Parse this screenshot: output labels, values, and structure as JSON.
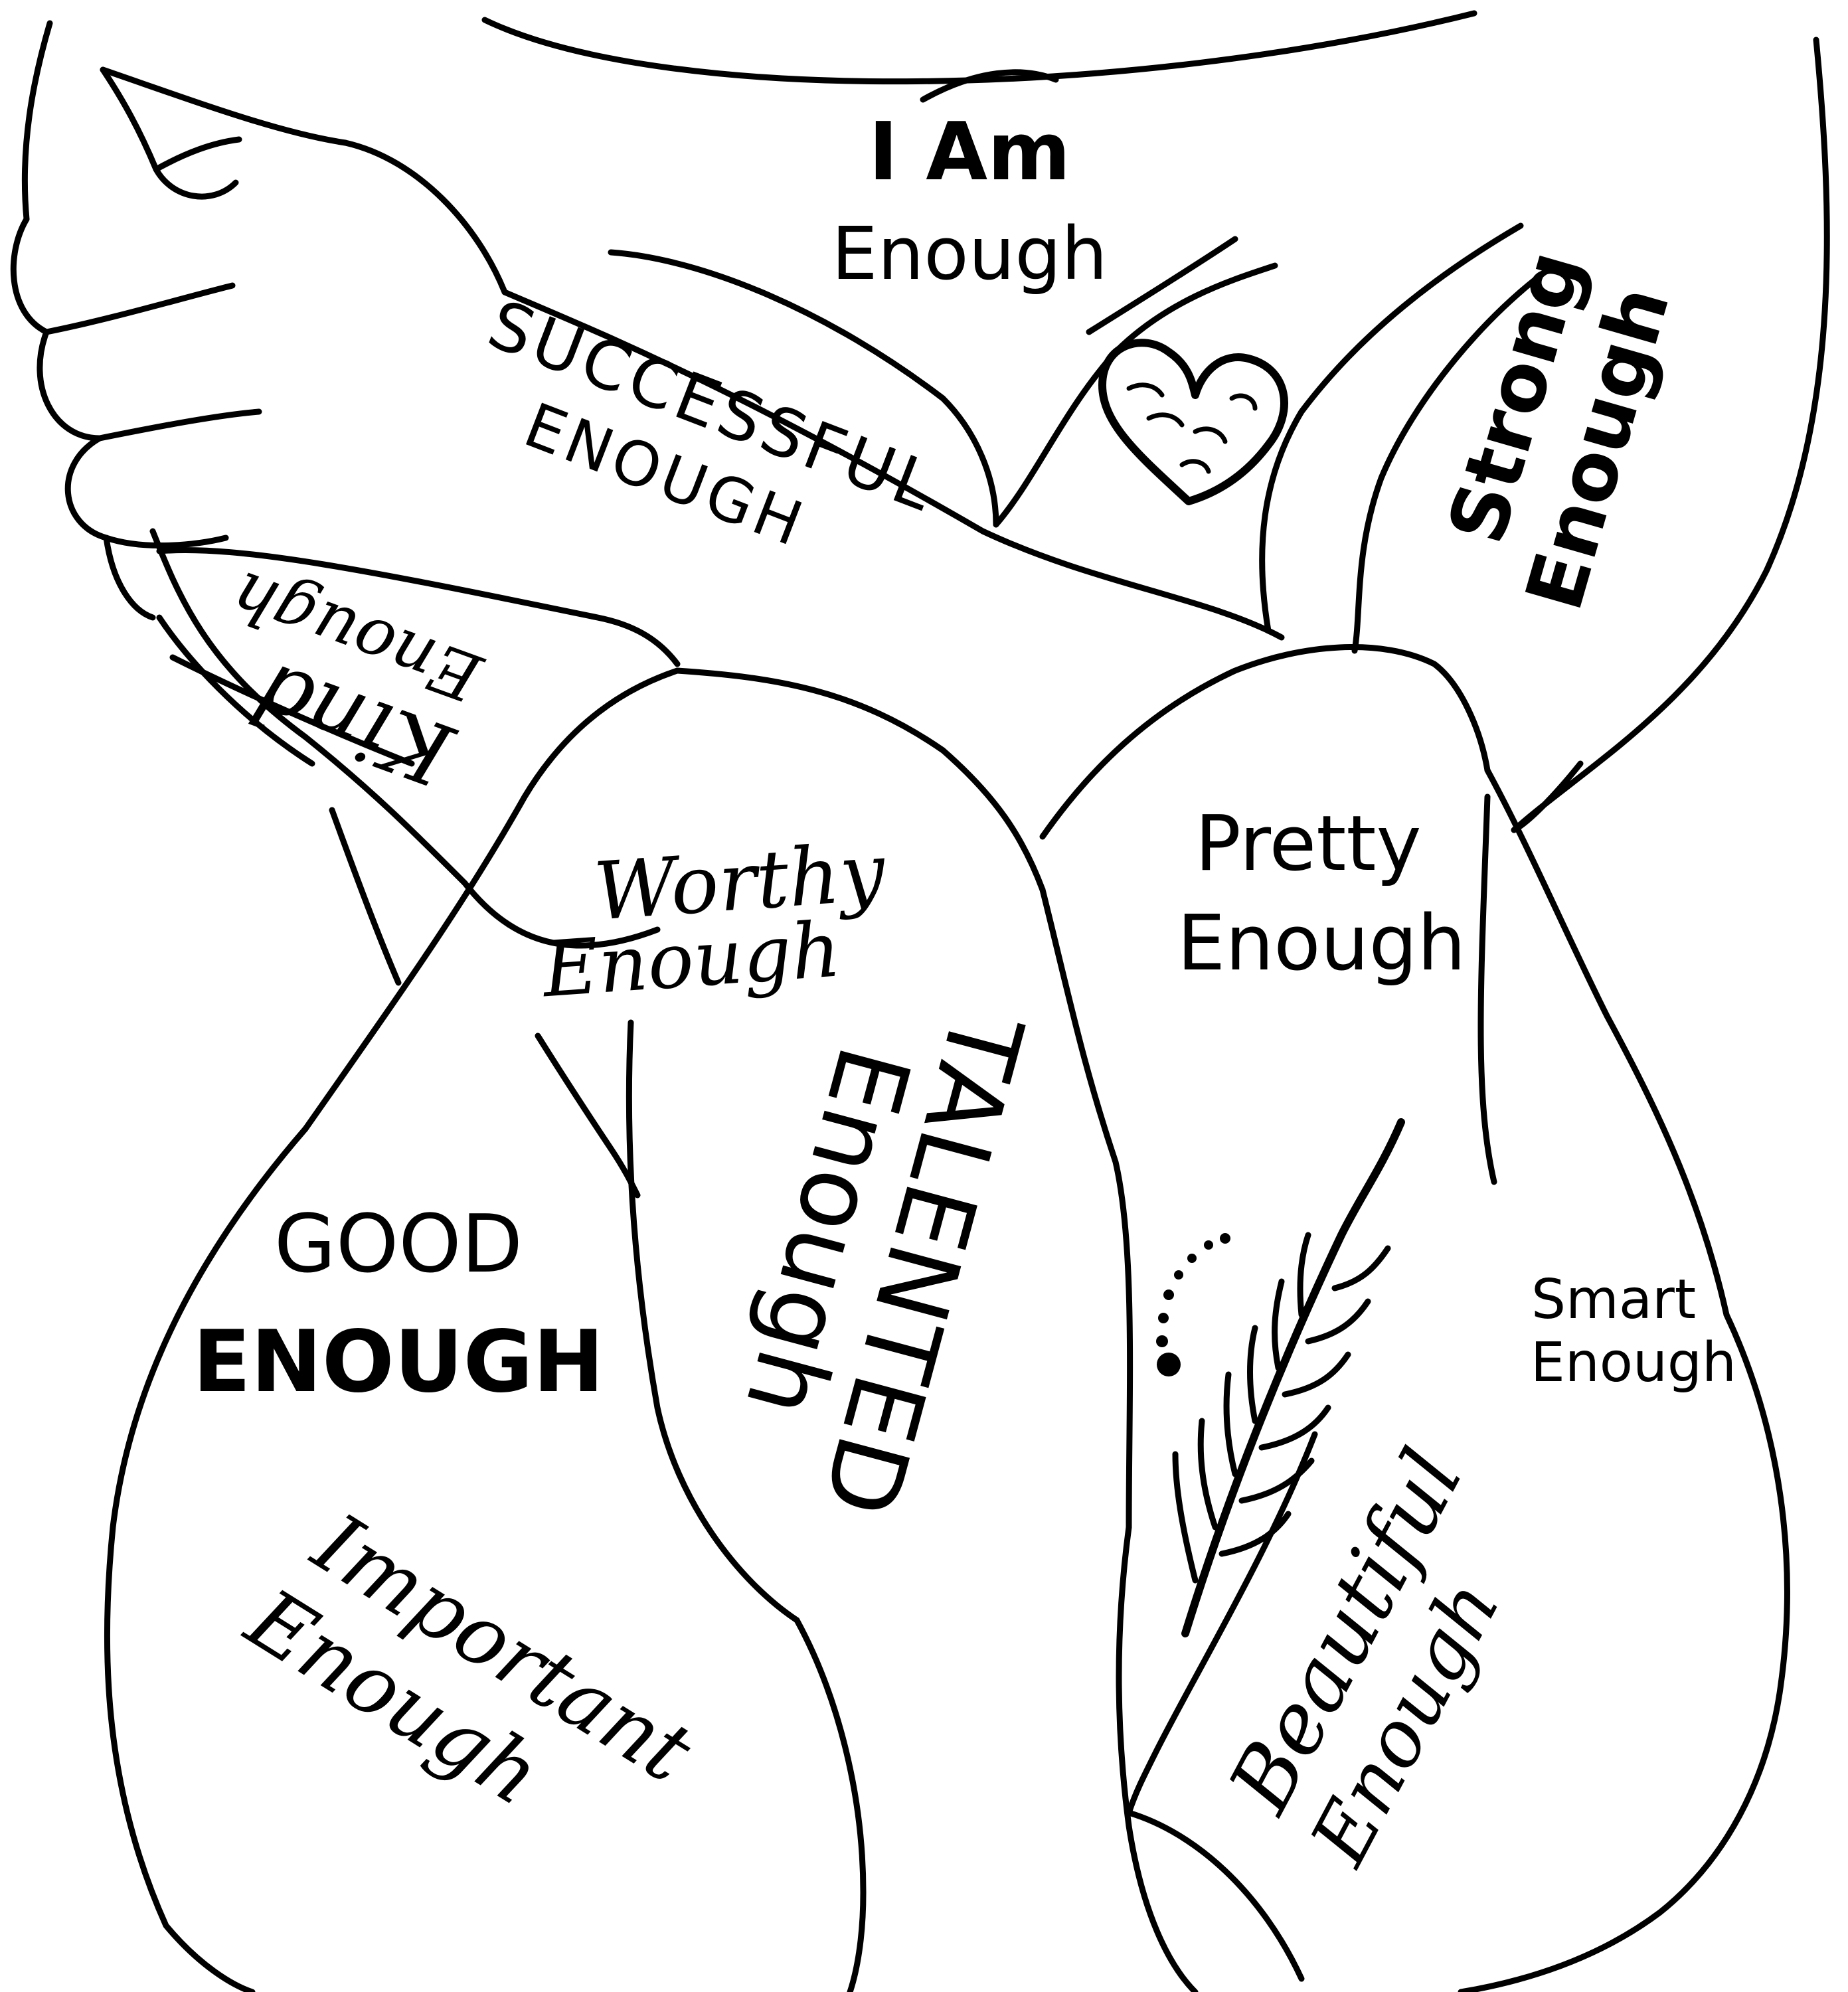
{
  "phrases": {
    "i_am_1": "I Am",
    "i_am_2": "Enough",
    "successful_1": "SUCCESSFUL",
    "successful_2": "ENOUGH",
    "strong_1": "Strong",
    "strong_2": "Enough",
    "kind_1": "Kind",
    "kind_2": "Enough",
    "worthy_1": "Worthy",
    "worthy_2": "Enough",
    "pretty_1": "Pretty",
    "pretty_2": "Enough",
    "good_1": "GOOD",
    "good_2": "ENOUGH",
    "talented_1": "TALENTED",
    "talented_2": "Enough",
    "smart_1": "Smart",
    "smart_2": "Enough",
    "important_1": "Important",
    "important_2": "Enough",
    "beautiful_1": "Beautiful",
    "beautiful_2": "Enough"
  },
  "colors": {
    "ink": "#000000",
    "paper": "#ffffff"
  },
  "icons": {
    "heart": "heart-icon",
    "sprig": "sprig-icon",
    "dots": "dot-trail-icon"
  }
}
